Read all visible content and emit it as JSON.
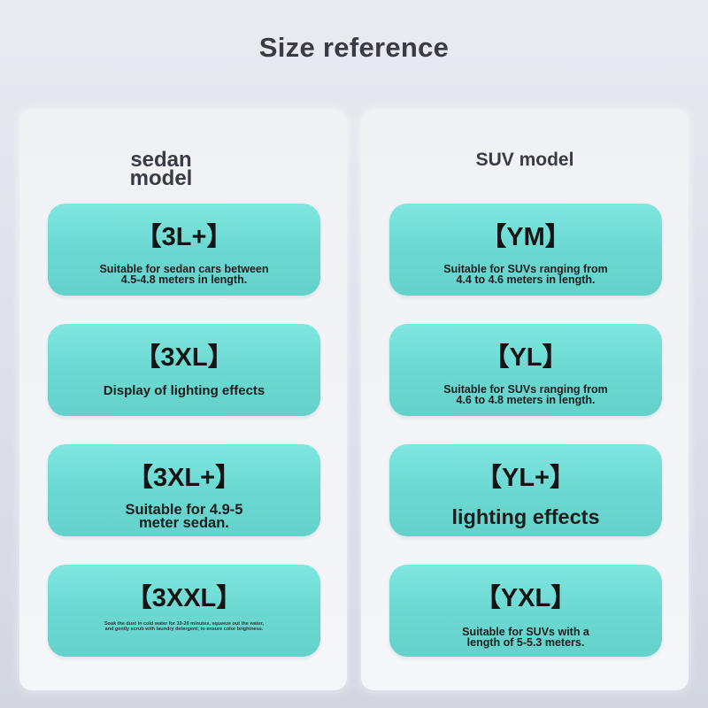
{
  "title": "Size reference",
  "columns": [
    {
      "heading": "sedan\nmodel",
      "cards": [
        {
          "size": "【3L+】",
          "desc": "Suitable for sedan cars between\n4.5-4.8 meters in length."
        },
        {
          "size": "【3XL】",
          "desc": "Display of lighting effects"
        },
        {
          "size": "【3XL+】",
          "desc": "Suitable for 4.9-5\nmeter sedan."
        },
        {
          "size": "【3XXL】",
          "desc": "Soak the dust in cold water for 10-20 minutes, squeeze out the water,\nand gently scrub with laundry detergent; to ensure color brightness."
        }
      ]
    },
    {
      "heading": "SUV model",
      "cards": [
        {
          "size": "【YM】",
          "desc": "Suitable for SUVs ranging from\n4.4 to 4.6 meters in length."
        },
        {
          "size": "【YL】",
          "desc": "Suitable for SUVs ranging from\n4.6 to 4.8 meters in length."
        },
        {
          "size": "【YL+】",
          "desc": "lighting effects"
        },
        {
          "size": "【YXL】",
          "desc": "Suitable for SUVs with a\nlength of 5-5.3 meters."
        }
      ]
    }
  ],
  "colors": {
    "card": "#6fded7",
    "text": "#3a3c45",
    "panel": "#f1f2f6"
  }
}
